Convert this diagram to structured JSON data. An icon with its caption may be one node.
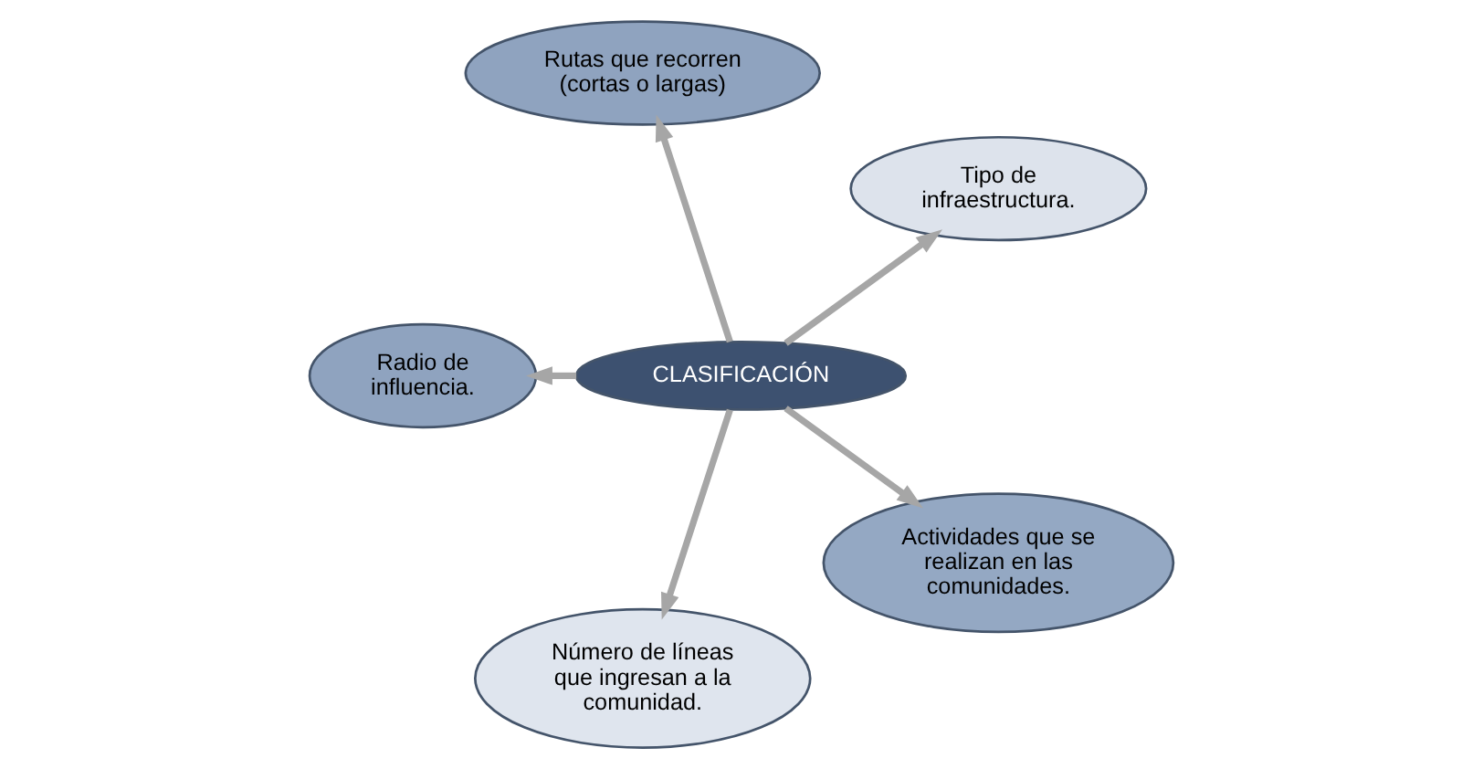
{
  "diagram": {
    "nodes": [
      {
        "text": [
          "CLASIFICACIÓN"
        ]
      },
      {
        "text": [
          "Tipo de infraestructura."
        ]
      },
      {
        "text": [
          "Rutas que recorren (cortas o largas)"
        ]
      },
      {
        "text": [
          "Radio de influencia."
        ]
      },
      {
        "text": [
          "Número de líneas que ingresan a la comunidad."
        ]
      },
      {
        "text": [
          "Actividades que se realizan en las comunidades."
        ]
      }
    ],
    "edges": [
      {
        "from": 0,
        "to": 1,
        "arrow": "to"
      },
      {
        "from": 0,
        "to": 2,
        "arrow": "to"
      },
      {
        "from": 0,
        "to": 3,
        "arrow": "to"
      },
      {
        "from": 0,
        "to": 4,
        "arrow": "to"
      },
      {
        "from": 0,
        "to": 5,
        "arrow": "to"
      }
    ]
  }
}
